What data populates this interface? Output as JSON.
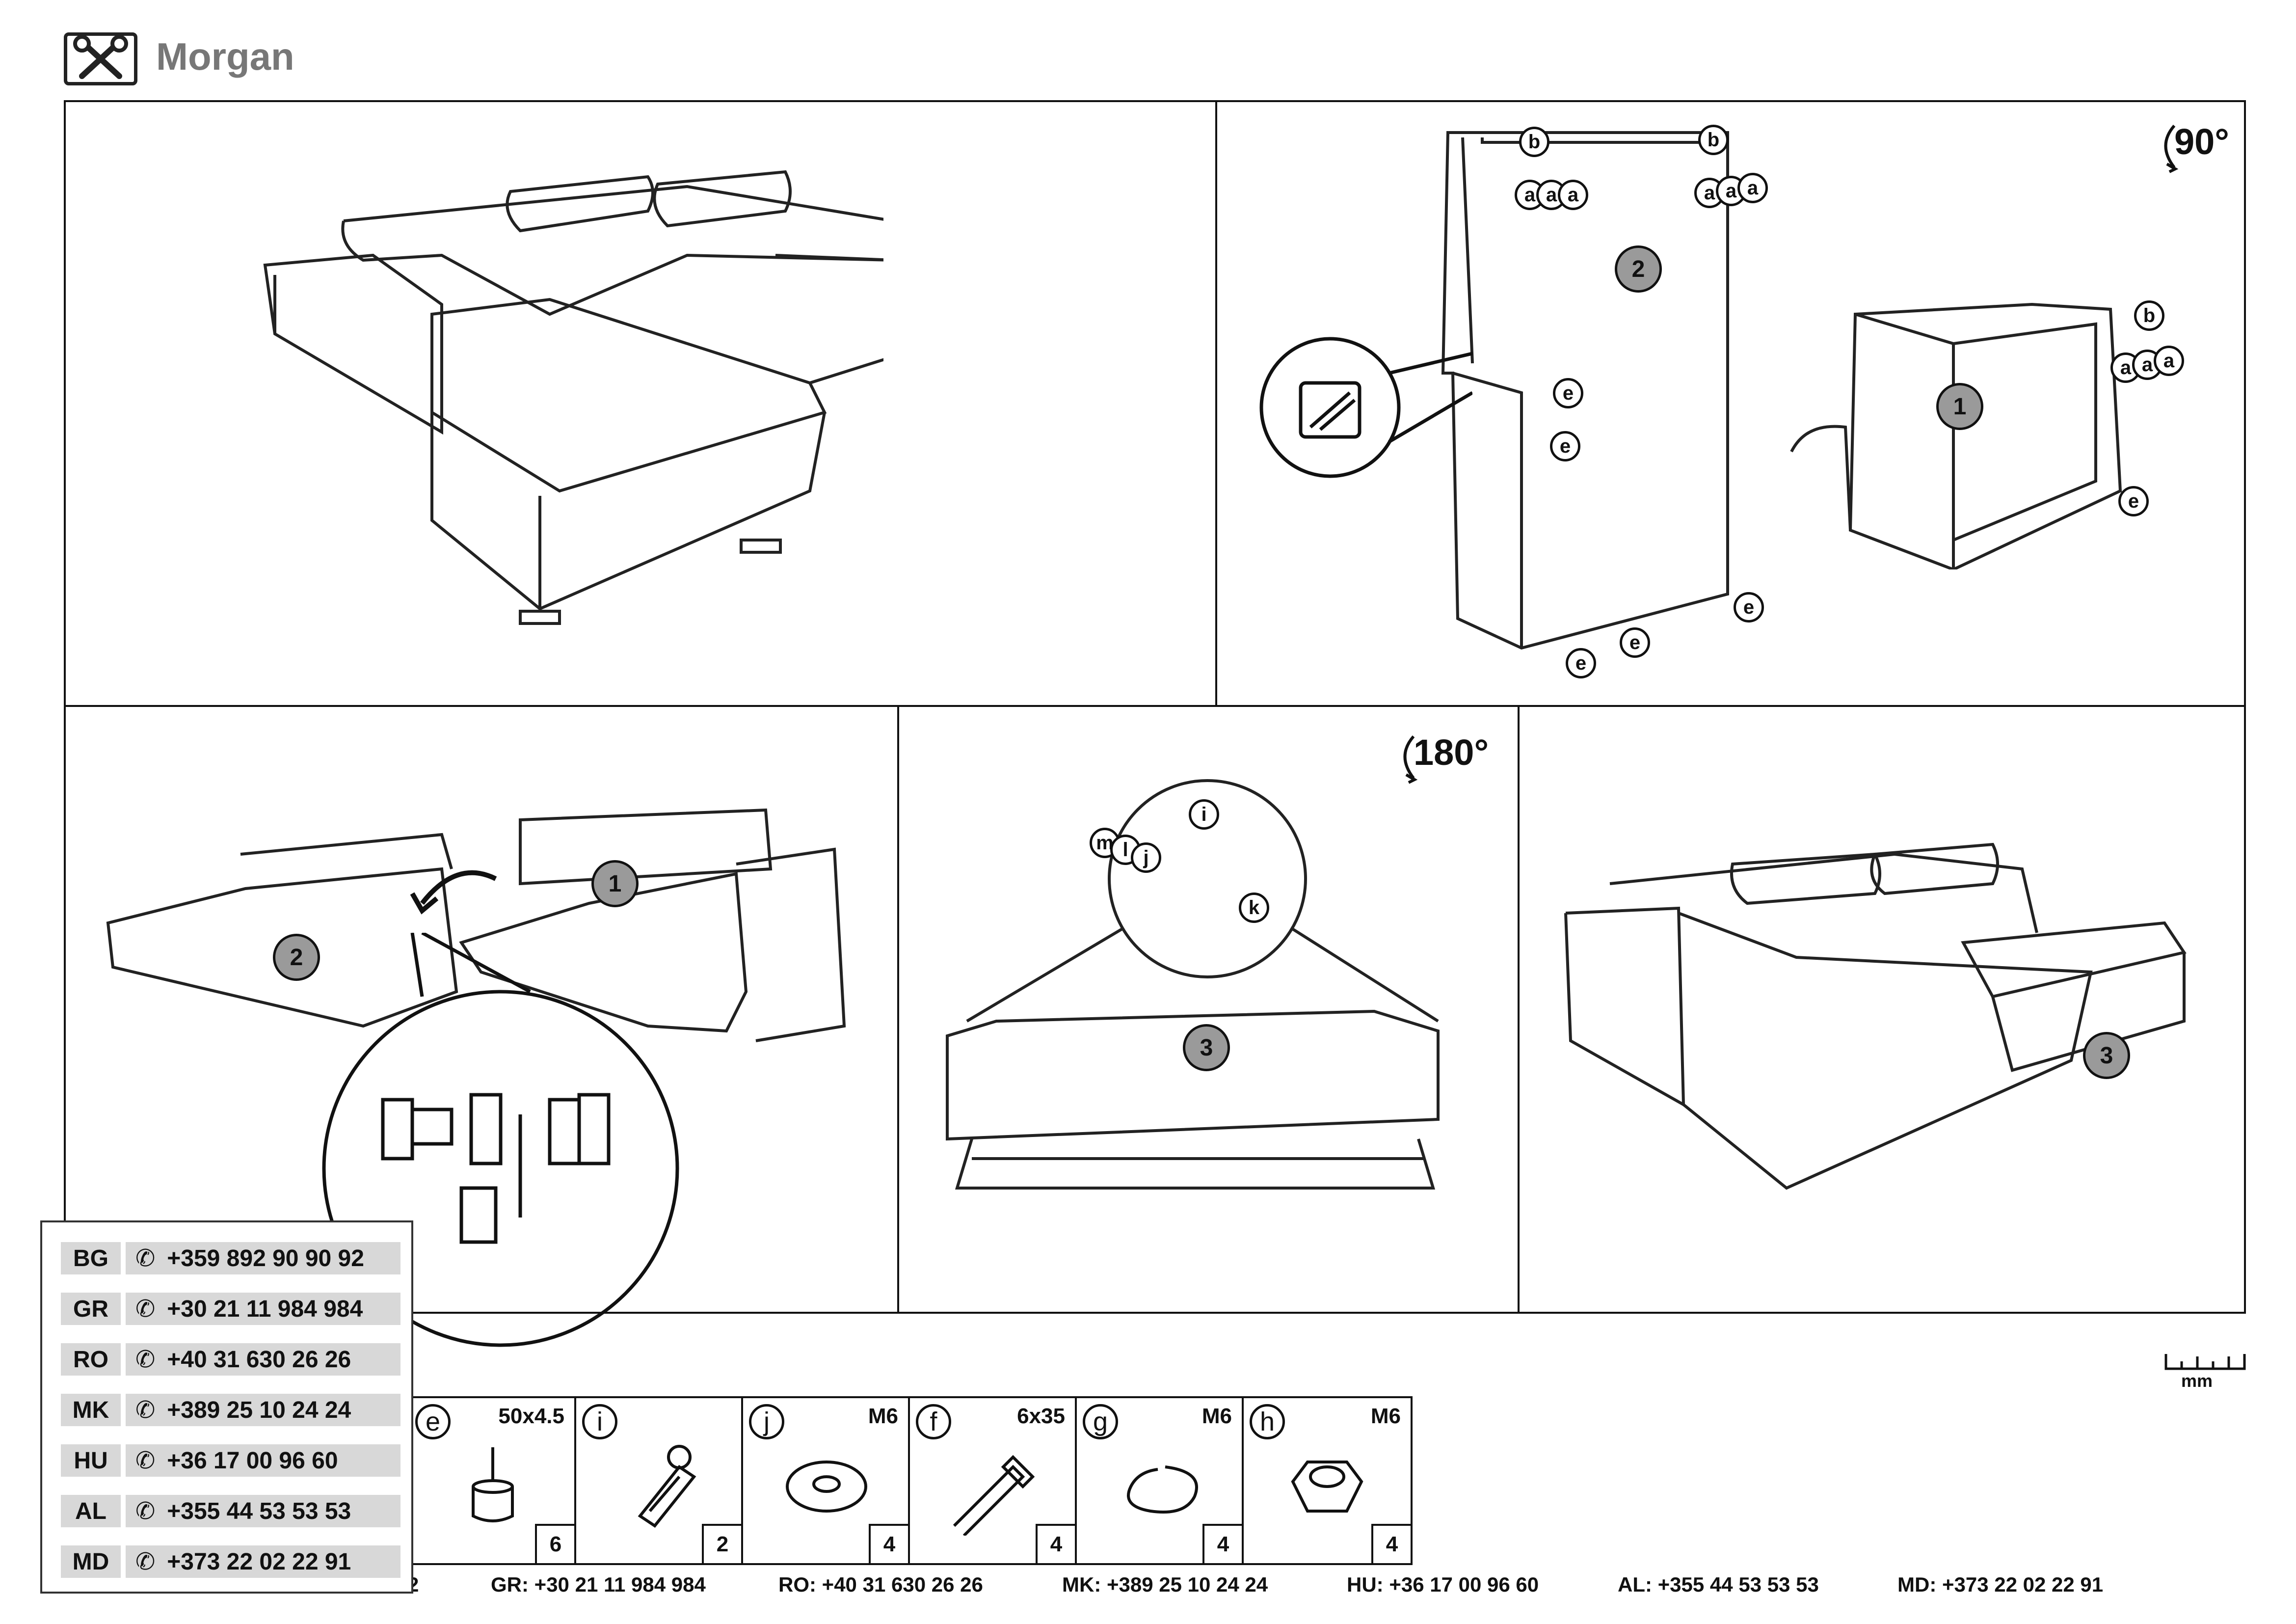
{
  "header": {
    "title": "Morgan",
    "tools_icon": "tools-icon"
  },
  "steps": {
    "rotate_90": "90°",
    "rotate_180": "180°",
    "markers": {
      "one": "1",
      "two": "2",
      "three": "3"
    },
    "letters": {
      "a": "a",
      "b": "b",
      "e": "e",
      "i": "i",
      "j": "j",
      "k": "k",
      "l": "l",
      "m": "m"
    }
  },
  "parts": [
    {
      "letter": "e",
      "size": "50x4.5",
      "qty": "6",
      "icon": "foot-icon"
    },
    {
      "letter": "i",
      "size": "",
      "qty": "2",
      "icon": "bracket-icon"
    },
    {
      "letter": "j",
      "size": "M6",
      "qty": "4",
      "icon": "washer-icon"
    },
    {
      "letter": "f",
      "size": "6x35",
      "qty": "4",
      "icon": "bolt-icon"
    },
    {
      "letter": "g",
      "size": "M6",
      "qty": "4",
      "icon": "spring-washer-icon"
    },
    {
      "letter": "h",
      "size": "M6",
      "qty": "4",
      "icon": "nut-icon"
    }
  ],
  "ruler_unit": "mm",
  "contacts": [
    {
      "code": "BG",
      "phone": "+359 892 90 90 92"
    },
    {
      "code": "GR",
      "phone": "+30 21 11 984 984"
    },
    {
      "code": "RO",
      "phone": "+40 31 630 26 26"
    },
    {
      "code": "MK",
      "phone": "+389 25 10 24 24"
    },
    {
      "code": "HU",
      "phone": "+36 17 00 96 60"
    },
    {
      "code": "AL",
      "phone": "+355 44 53 53 53"
    },
    {
      "code": "MD",
      "phone": "+373 22 02 22 91"
    }
  ],
  "footer": [
    {
      "code": "GR:",
      "phone": "+30 21 11 984 984"
    },
    {
      "code": "RO:",
      "phone": "+40 31 630 26 26"
    },
    {
      "code": "MK:",
      "phone": "+389 25 10 24 24"
    },
    {
      "code": "HU:",
      "phone": "+36 17 00 96 60"
    },
    {
      "code": "AL:",
      "phone": "+355 44 53 53 53"
    },
    {
      "code": "MD:",
      "phone": "+373 22 02 22 91"
    }
  ],
  "footer_fragment": "2"
}
